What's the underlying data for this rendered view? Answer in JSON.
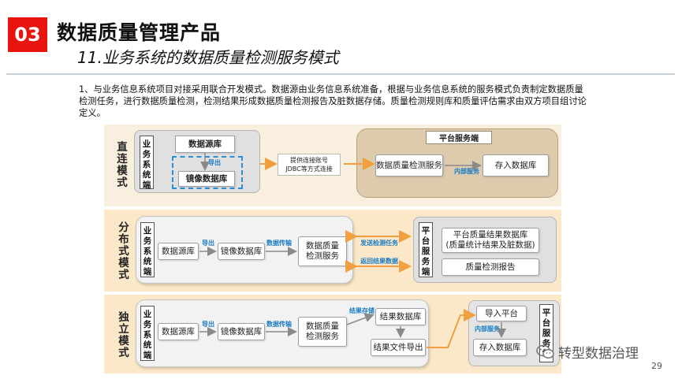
{
  "header": {
    "badge": "03",
    "title": "数据质量管理产品",
    "subtitle": "11.业务系统的数据质量检测服务模式"
  },
  "intro": "1、与业务信息系统项目对接采用联合开发模式。数据源由业务信息系统准备，根据与业务信息系统的服务模式负责制定数据质量检测任务，进行数据质量检测，检测结果形成数据质量检测报告及脏数据存储。质量检测规则库和质量评估需求由双方项目组讨论定义。",
  "modes": [
    {
      "label": "直连模式",
      "biz": "业务系统端",
      "datasource": "数据源库",
      "export": "导出",
      "mirror": "镜像数据库",
      "connector": "提供连接账号\nJDBC等方式连接",
      "platform_title": "平台服务端",
      "service": "数据质量检测服务",
      "internal": "内部服务",
      "store": "存入数据库"
    },
    {
      "label": "分布式模式",
      "biz": "业务系统端",
      "datasource": "数据源库",
      "export": "导出",
      "mirror": "镜像数据库",
      "transfer": "数据传输",
      "service": "数据质量\n检测服务",
      "send": "发送检测任务",
      "return": "返回结果数据",
      "platform": "平台服务端",
      "result_db": "平台质量结果数据库\n(质量统计结果及脏数据)",
      "report": "质量检测报告"
    },
    {
      "label": "独立模式",
      "biz": "业务系统端",
      "datasource": "数据源库",
      "export": "导出",
      "mirror": "镜像数据库",
      "transfer": "数据传输",
      "service": "数据质量\n检测服务",
      "result_store": "结果存储",
      "result_db": "结果数据库",
      "result_export": "结果文件导出",
      "import": "导入平台",
      "internal": "内部服务",
      "store": "存入数据库",
      "platform": "平台服务端"
    }
  ],
  "watermark": "转型数据治理",
  "page_number": "29",
  "colors": {
    "badge": "#e8140e",
    "accent_blue": "#1a7cc4",
    "arrow_orange": "#f0a040"
  }
}
